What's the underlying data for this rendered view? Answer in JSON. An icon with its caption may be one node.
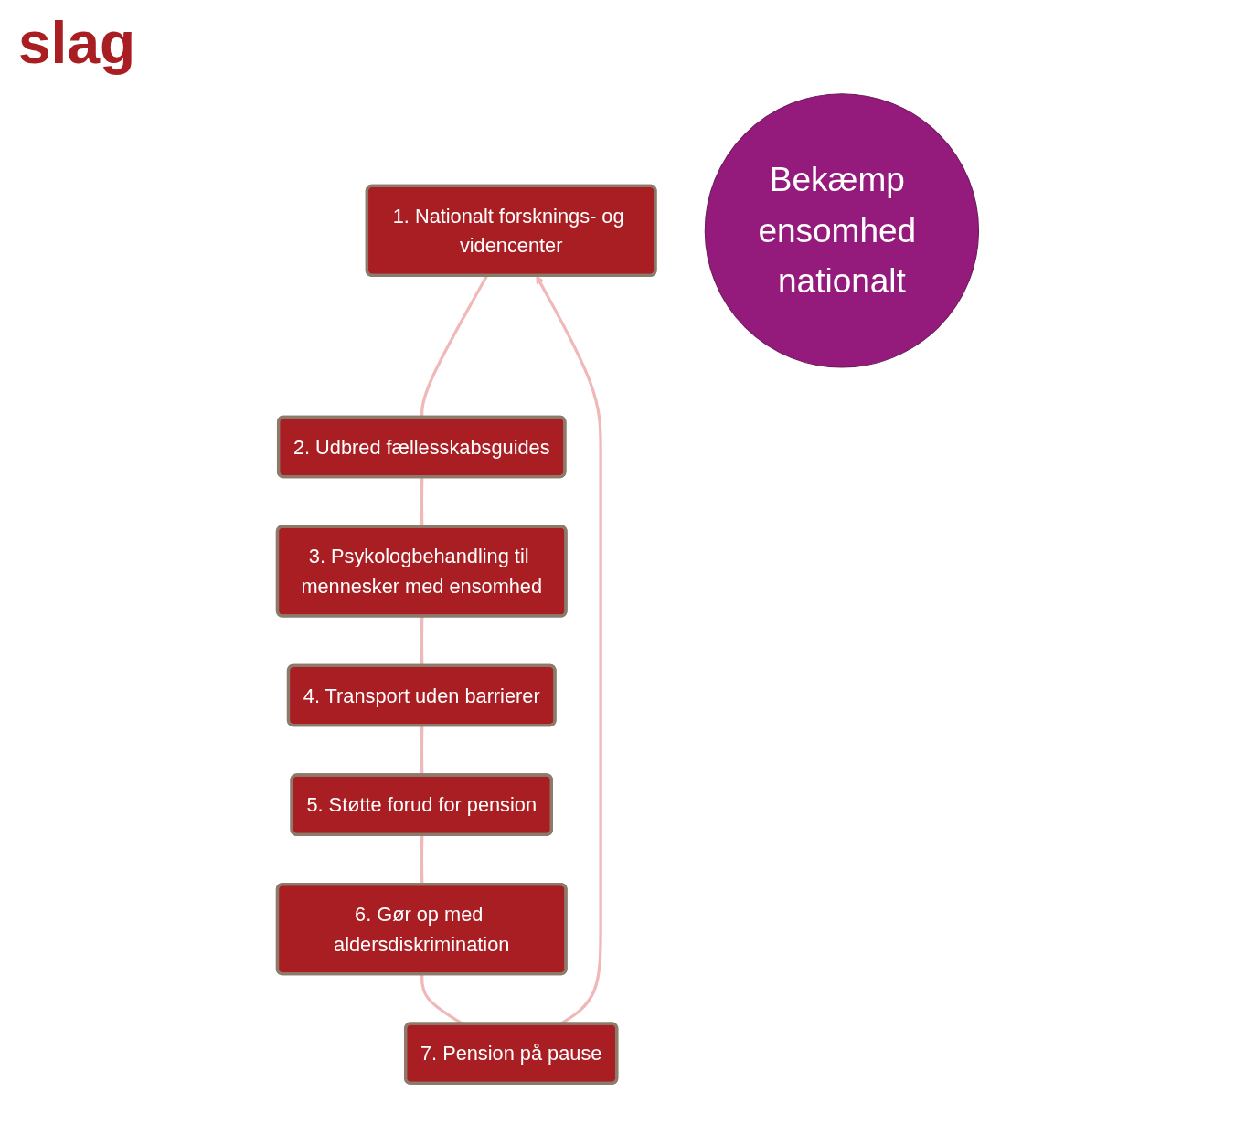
{
  "diagram": {
    "title": "slag",
    "nodes": [
      {
        "text": [
          "1. Nationalt forsknings- og videncenter"
        ]
      },
      {
        "text": [
          "2. Udbred fællesskabsguides"
        ]
      },
      {
        "text": [
          "3. Psykologbehandling til mennesker med ensomhed"
        ]
      },
      {
        "text": [
          "4. Transport uden barrierer"
        ]
      },
      {
        "text": [
          "5. Støtte forud for pension"
        ]
      },
      {
        "text": [
          "6. Gør op med aldersdiskrimination"
        ]
      },
      {
        "text": [
          "7. Pension på pause"
        ]
      },
      {
        "text": [
          "Bekæmp ensomhed nationalt"
        ]
      }
    ],
    "edges": [
      {
        "from": 0,
        "to": 1,
        "arrow": "none"
      },
      {
        "from": 1,
        "to": 2,
        "arrow": "none"
      },
      {
        "from": 2,
        "to": 3,
        "arrow": "none"
      },
      {
        "from": 3,
        "to": 4,
        "arrow": "none"
      },
      {
        "from": 4,
        "to": 5,
        "arrow": "none"
      },
      {
        "from": 5,
        "to": 6,
        "arrow": "none"
      },
      {
        "from": 6,
        "to": 0,
        "arrow": "to"
      }
    ]
  }
}
